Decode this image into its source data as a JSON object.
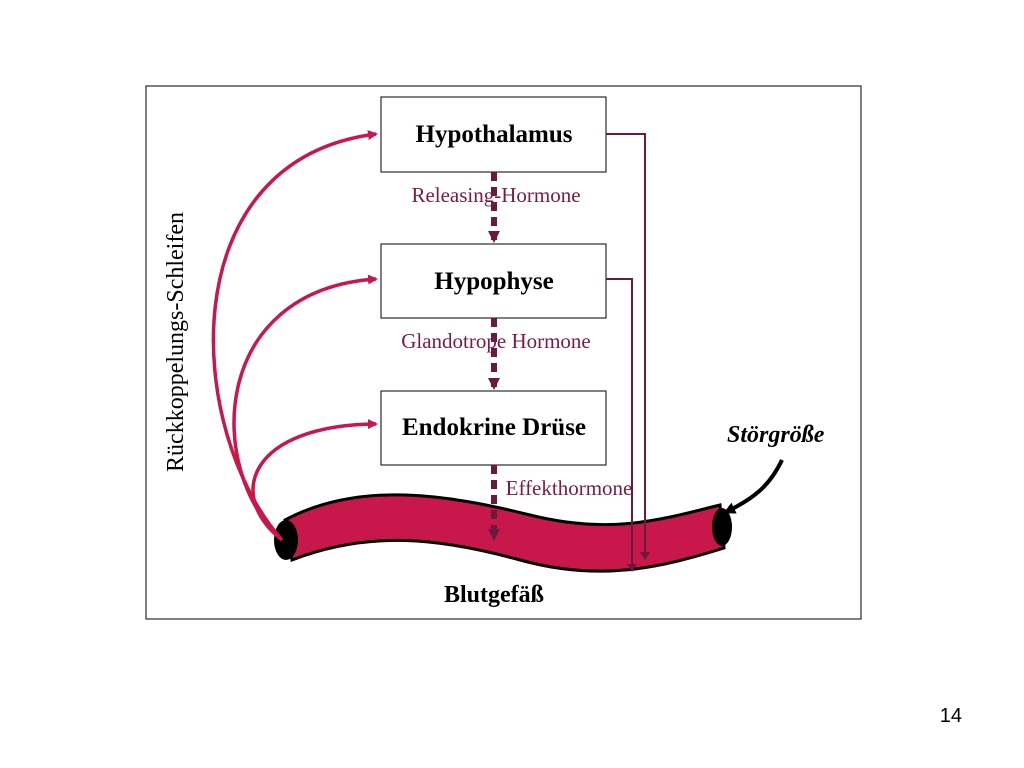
{
  "diagram": {
    "boxes": {
      "hypothalamus": "Hypothalamus",
      "hypophyse": "Hypophyse",
      "endokrine_druese": "Endokrine Drüse"
    },
    "hormones": {
      "releasing": "Releasing-Hormone",
      "glandotrope": "Glandotrope Hormone",
      "effekt": "Effekthormone"
    },
    "vessel_label": "Blutgefäß",
    "disturbance_label": "Störgröße",
    "feedback_label": "Rückkoppelungs-Schleifen"
  },
  "page_number": "14",
  "colors": {
    "feedback_arrow": "#c8174a",
    "hormone_arrow": "#6b1a3d",
    "vessel_fill": "#c8174a",
    "hormone_text": "#7a1a45"
  }
}
